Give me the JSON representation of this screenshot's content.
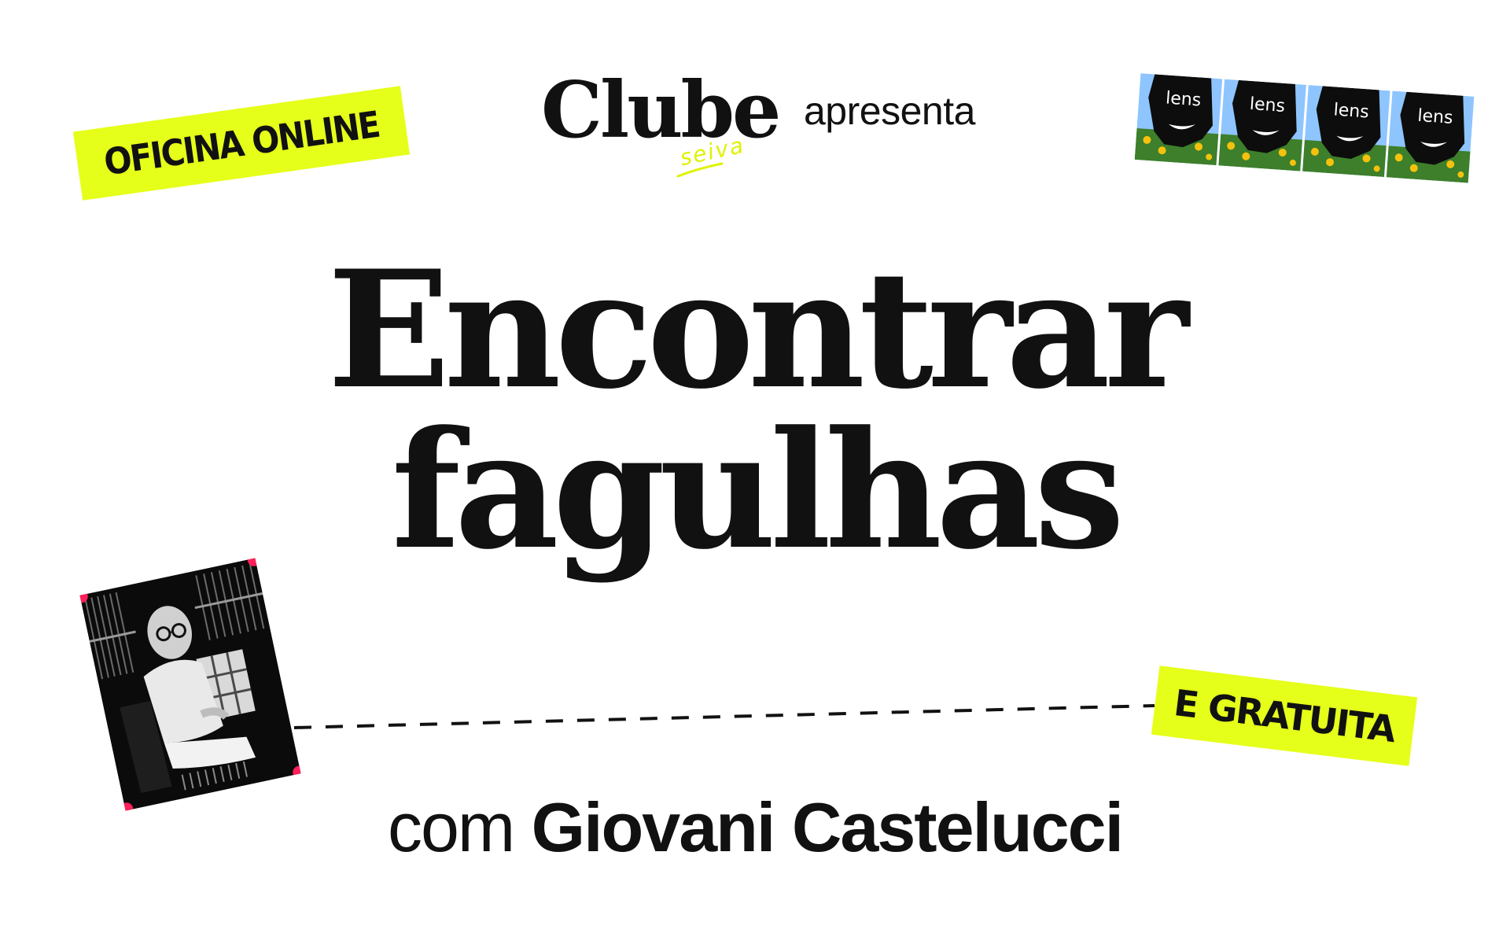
{
  "header": {
    "logo_word": "Clube",
    "logo_sub": "seiva",
    "presents": "apresenta"
  },
  "stickers": {
    "top_left": "OFICINA ONLINE",
    "bottom_right": "E GRATUITA"
  },
  "film_strip": {
    "frame_text": "lens",
    "frame_count": 4
  },
  "title": {
    "line1": "Encontrar",
    "line2": "fagulhas"
  },
  "subtitle": {
    "prefix": "com ",
    "name": "Giovani Castelucci"
  },
  "colors": {
    "accent_yellow": "#e5ff1a",
    "text": "#111111",
    "photo_marker": "#ff1f5a",
    "background": "#ffffff"
  }
}
